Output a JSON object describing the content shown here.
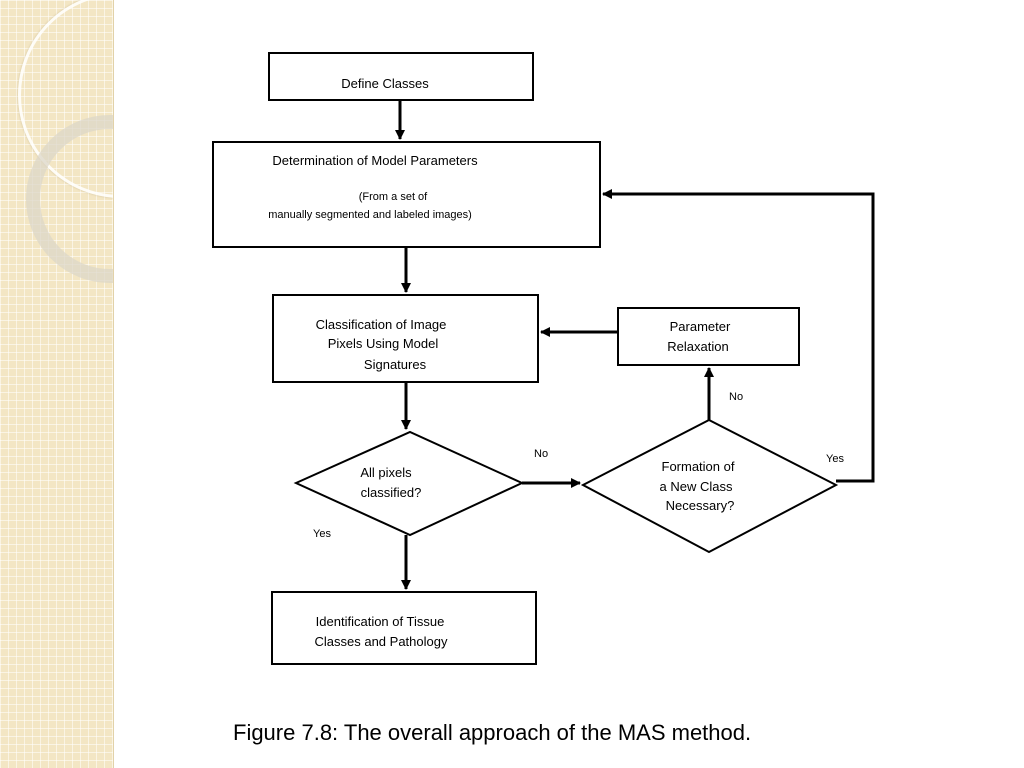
{
  "nodes": {
    "define_classes": "Define Classes",
    "model_params": {
      "line1": "Determination of Model Parameters",
      "line2": "(From a set of",
      "line3": "manually segmented and labeled images)"
    },
    "classification": {
      "line1": "Classification of Image",
      "line2": "Pixels Using Model",
      "line3": "Signatures"
    },
    "relaxation": {
      "line1": "Parameter",
      "line2": "Relaxation"
    },
    "all_pixels": {
      "line1": "All pixels",
      "line2": "classified?"
    },
    "new_class": {
      "line1": "Formation of",
      "line2": "a New Class",
      "line3": "Necessary?"
    },
    "identification": {
      "line1": "Identification of Tissue",
      "line2": "Classes and Pathology"
    }
  },
  "edges": {
    "no_to_new_class": "No",
    "no_to_relaxation": "No",
    "yes_loop": "Yes",
    "yes_done": "Yes"
  },
  "caption": "Figure 7.8: The overall approach of the MAS method."
}
